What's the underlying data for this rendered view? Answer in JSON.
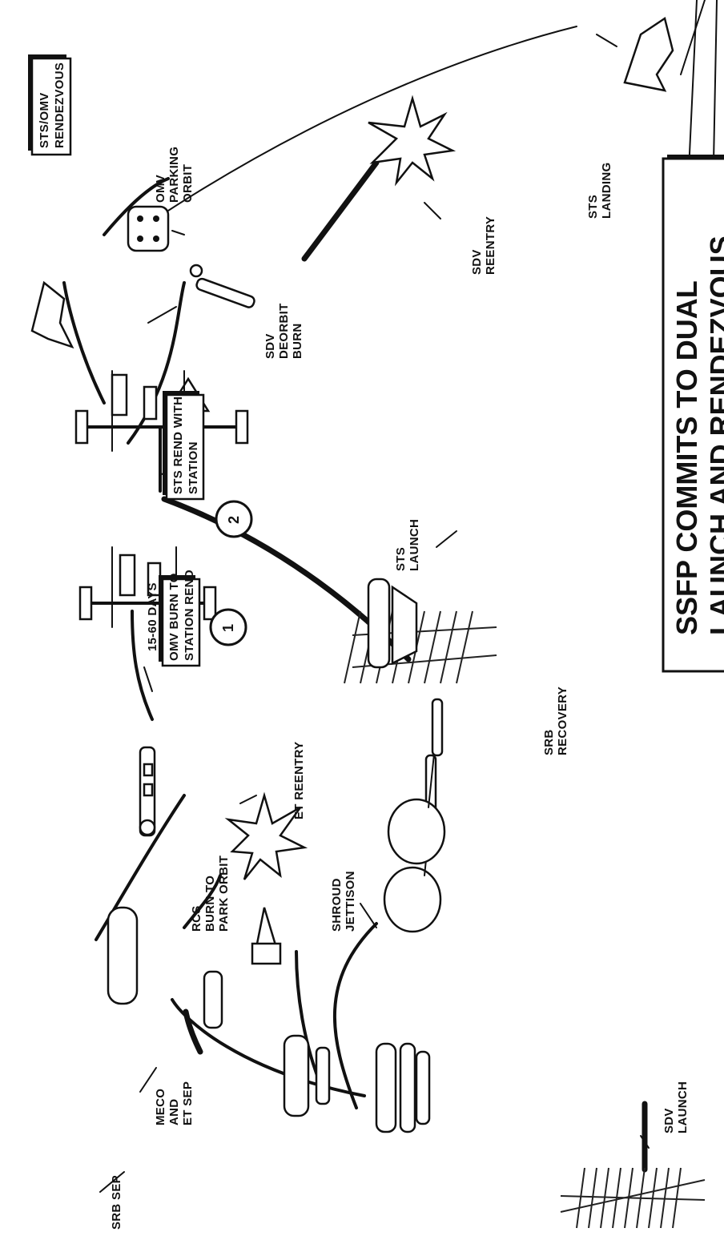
{
  "labels": {
    "meco": "MECO",
    "and": "AND",
    "et_sep": "ET SEP",
    "srb_sep": "SRB SEP",
    "sdv_launch_1": "SDV",
    "sdv_launch_2": "LAUNCH",
    "rcs_1": "RCS",
    "rcs_2": "BURN TO",
    "rcs_3": "PARK ORBIT",
    "shroud_1": "SHROUD",
    "shroud_2": "JETTISON",
    "srb_rec_1": "SRB",
    "srb_rec_2": "RECOVERY",
    "et_reentry": "ET REENTRY",
    "omv_burn_1": "OMV BURN TO",
    "omv_burn_2": "STATION REND",
    "days": "15-60 DAYS",
    "sts_rend_1": "STS REND WITH",
    "sts_rend_2": "STATION",
    "sts_launch_1": "STS",
    "sts_launch_2": "LAUNCH",
    "sdv_deorbit_1": "SDV",
    "sdv_deorbit_2": "DEORBIT",
    "sdv_deorbit_3": "BURN",
    "sdv_reentry_1": "SDV",
    "sdv_reentry_2": "REENTRY",
    "omv_park_1": "OMV",
    "omv_park_2": "PARKING",
    "omv_park_3": "ORBIT",
    "sts_omv_1": "STS/OMV",
    "sts_omv_2": "RENDEZVOUS",
    "sts_landing_1": "STS",
    "sts_landing_2": "LANDING",
    "step_1": "1",
    "step_2": "2"
  },
  "headline": {
    "line1": "SSFP COMMITS TO DUAL",
    "line2": "LAUNCH AND RENDEZVOUS"
  },
  "colors": {
    "ink": "#111111",
    "paper": "#ffffff"
  }
}
